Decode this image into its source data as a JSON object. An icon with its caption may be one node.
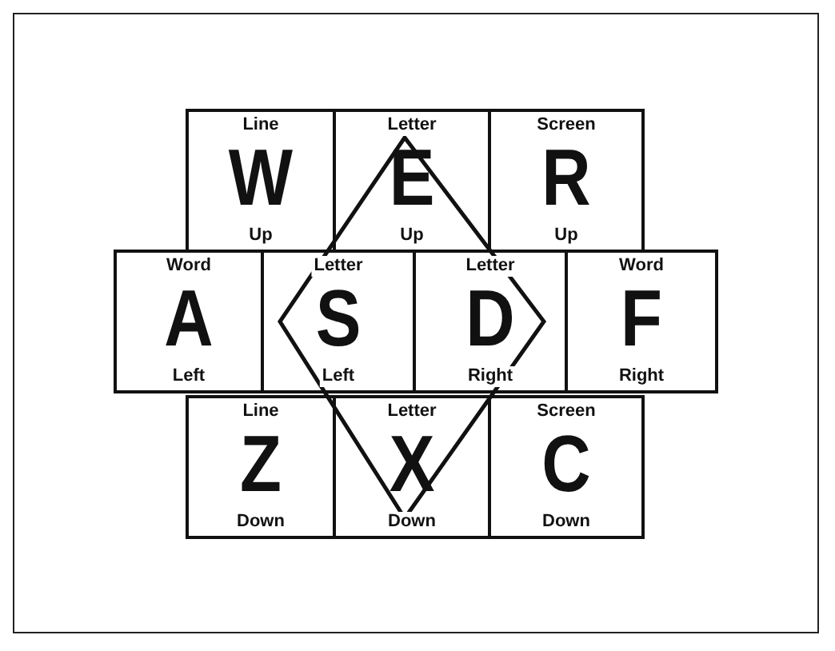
{
  "diagram": {
    "nodes": [
      {
        "text": [
          "Line",
          "W",
          "Up"
        ]
      },
      {
        "text": [
          "Letter",
          "E",
          "Up"
        ]
      },
      {
        "text": [
          "Screen",
          "R",
          "Up"
        ]
      },
      {
        "text": [
          "Word",
          "A",
          "Left"
        ]
      },
      {
        "text": [
          "Letter",
          "S",
          "Left"
        ]
      },
      {
        "text": [
          "Letter",
          "D",
          "Right"
        ]
      },
      {
        "text": [
          "Word",
          "F",
          "Right"
        ]
      },
      {
        "text": [
          "Line",
          "Z",
          "Down"
        ]
      },
      {
        "text": [
          "Letter",
          "X",
          "Down"
        ]
      },
      {
        "text": [
          "Screen",
          "C",
          "Down"
        ]
      }
    ]
  }
}
